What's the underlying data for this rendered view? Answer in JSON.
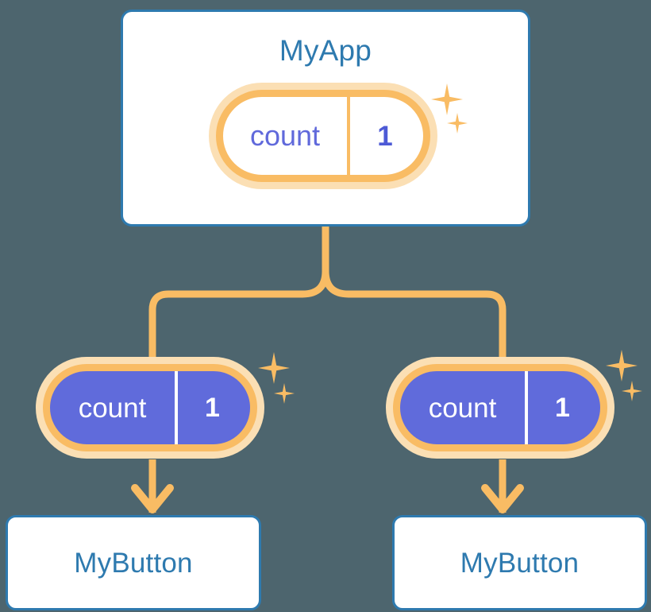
{
  "diagram": {
    "title_bar": "",
    "background_color": "#4d656e",
    "accent_orange": "#f9bc64",
    "accent_orange_halo": "#fbdfb4",
    "accent_blue": "#2e7aaf",
    "accent_purple": "#606bdb",
    "card_background": "#ffffff"
  },
  "root": {
    "component_label": "MyApp",
    "state": {
      "key": "count",
      "value": "1"
    },
    "sparkles": [
      "sparkle-large",
      "sparkle-small"
    ]
  },
  "children": [
    {
      "consumed_state": {
        "key": "count",
        "value": "1"
      },
      "component_label": "MyButton",
      "sparkles": [
        "sparkle-large",
        "sparkle-small"
      ]
    },
    {
      "consumed_state": {
        "key": "count",
        "value": "1"
      },
      "component_label": "MyButton",
      "sparkles": [
        "sparkle-large",
        "sparkle-small"
      ]
    }
  ],
  "connectors": {
    "trunk": "vertical-line-from-myapp",
    "split": "t-branch-rounded",
    "arrow_left": "arrow-down",
    "arrow_right": "arrow-down"
  }
}
